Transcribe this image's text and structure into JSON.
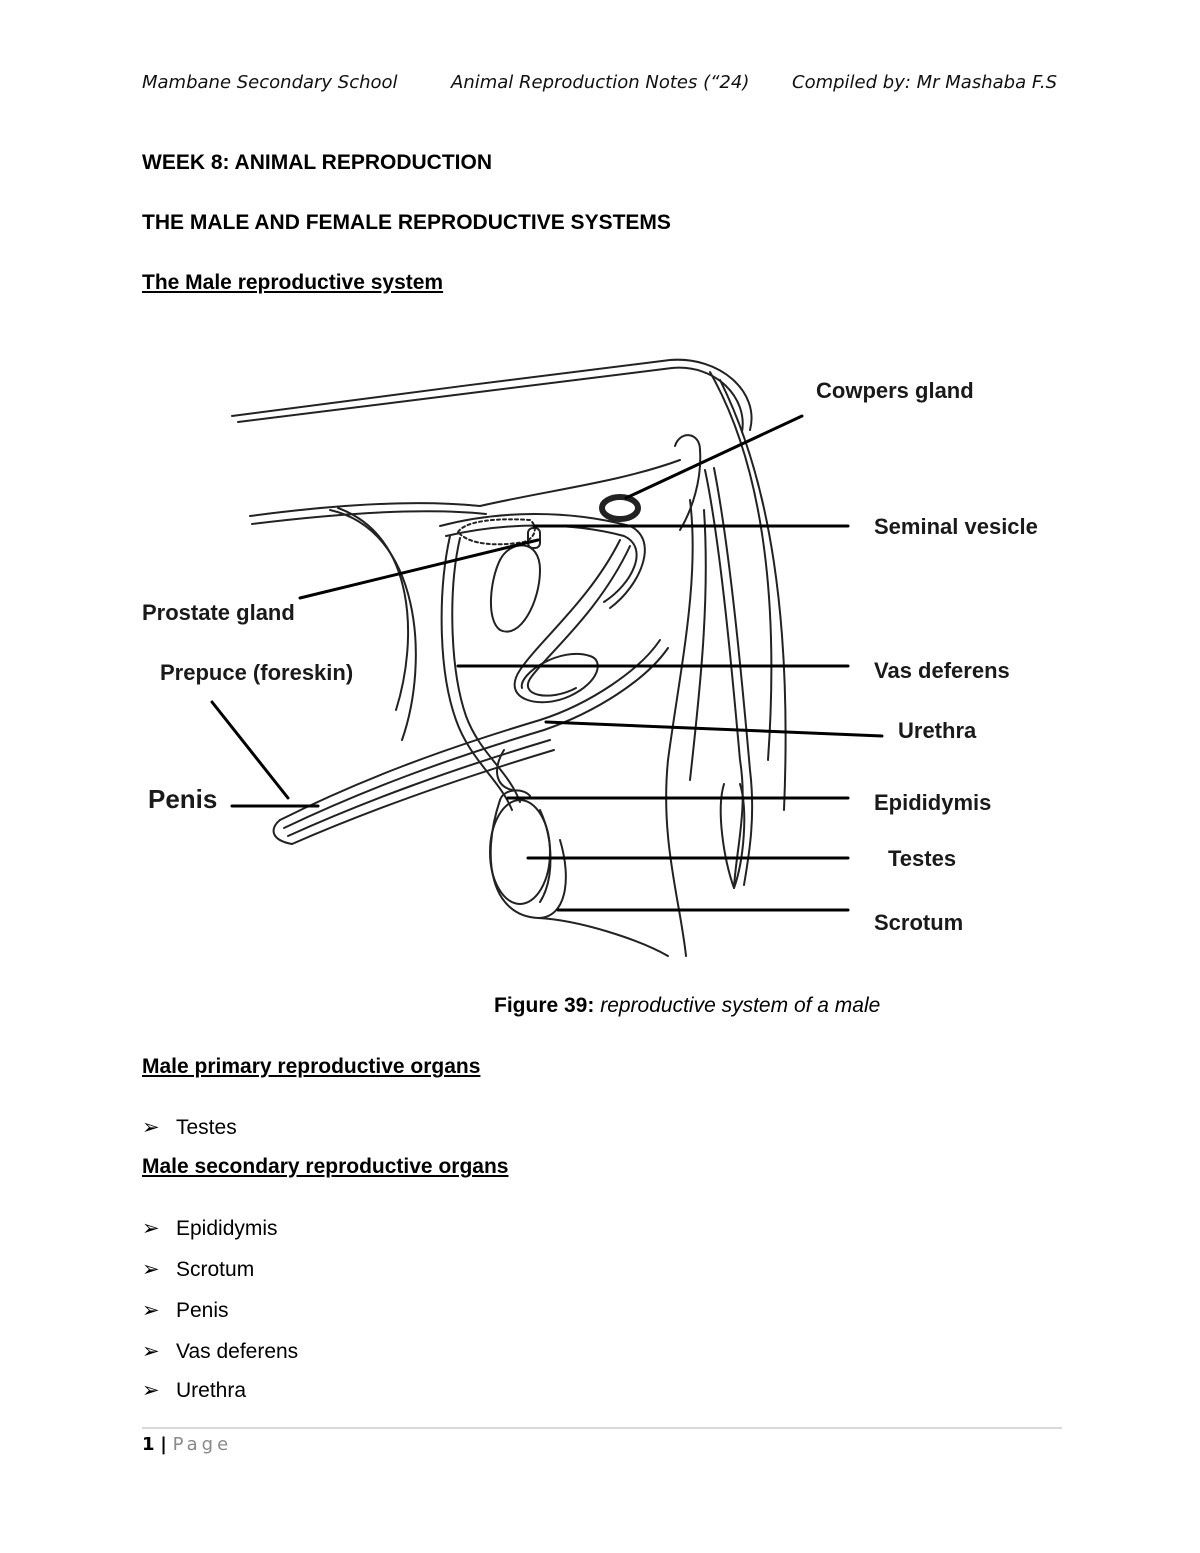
{
  "header": {
    "school": "Mambane Secondary School",
    "notes_title": "Animal Reproduction Notes (“24)",
    "compiler": "Compiled by: Mr Mashaba F.S"
  },
  "week_heading": "WEEK 8: ANIMAL REPRODUCTION",
  "section_heading": "THE MALE AND FEMALE REPRODUCTIVE SYSTEMS",
  "subsection_heading": "The Male reproductive system",
  "diagram": {
    "labels": {
      "cowpers_gland": "Cowpers gland",
      "seminal_vesicle": "Seminal vesicle",
      "prostate_gland": "Prostate gland",
      "prepuce": "Prepuce (foreskin)",
      "vas_deferens": "Vas deferens",
      "urethra": "Urethra",
      "penis": "Penis",
      "epididymis": "Epididymis",
      "testes": "Testes",
      "scrotum": "Scrotum"
    }
  },
  "caption": {
    "figure": "Figure 39:",
    "text": "reproductive system of a male"
  },
  "primary": {
    "heading": "Male primary reproductive organs",
    "items": [
      "Testes"
    ]
  },
  "secondary": {
    "heading": "Male secondary reproductive organs",
    "items": [
      "Epididymis",
      "Scrotum",
      "Penis",
      "Vas deferens",
      "Urethra"
    ]
  },
  "bullet_glyph": "➢",
  "footer": {
    "page_number": "1",
    "separator": "|",
    "page_word": "Page"
  }
}
